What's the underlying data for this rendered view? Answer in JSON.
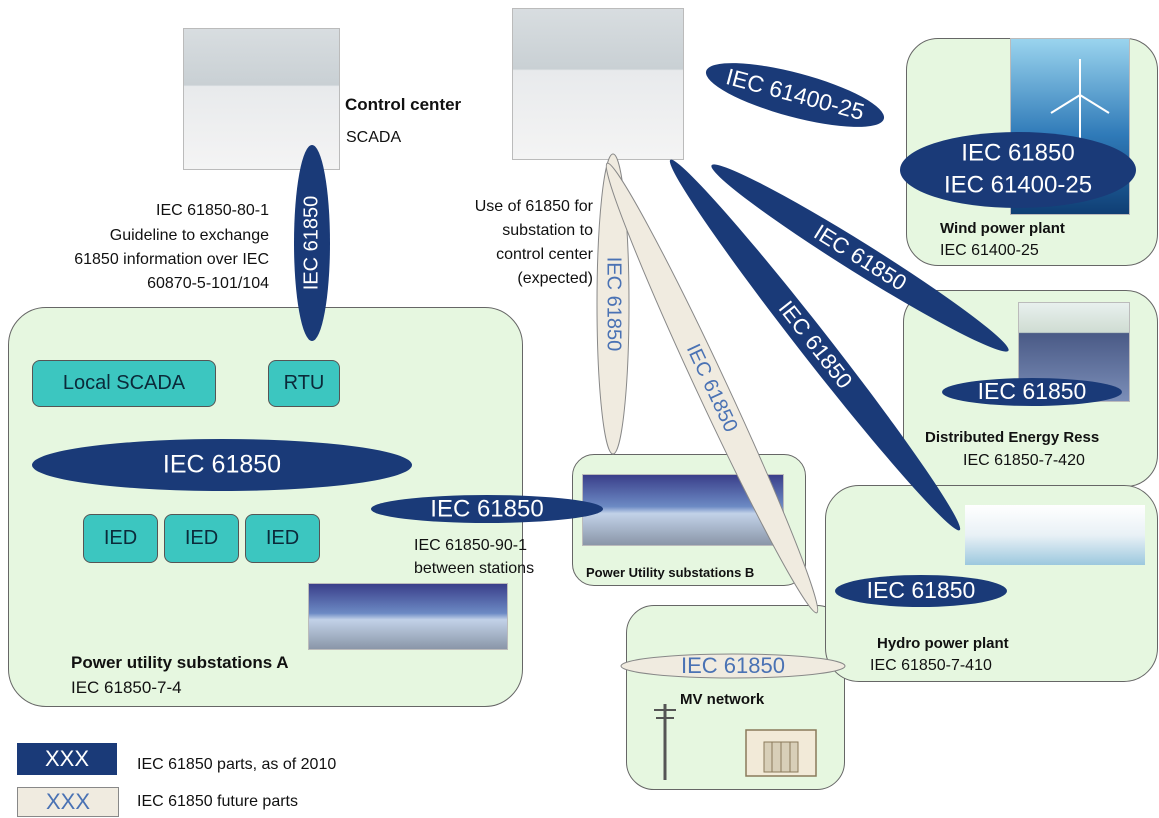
{
  "control_center": {
    "title": "Control center",
    "subtitle": "SCADA"
  },
  "guideline_text": [
    "IEC 61850-80-1",
    "Guideline to exchange",
    "61850 information over IEC",
    "60870-5-101/104"
  ],
  "use_text": [
    "Use of 61850 for",
    "substation to",
    "control center",
    "(expected)"
  ],
  "substation_a": {
    "buttons": {
      "local_scada": "Local SCADA",
      "rtu": "RTU",
      "ied1": "IED",
      "ied2": "IED",
      "ied3": "IED"
    },
    "title": "Power utility substations A",
    "subtitle": "IEC 61850-7-4"
  },
  "between_text": [
    "IEC 61850-90-1",
    "between stations"
  ],
  "substation_b": {
    "title": "Power Utility substations B"
  },
  "mv": {
    "title": "MV network"
  },
  "wind": {
    "title": "Wind power plant",
    "subtitle": "IEC 61400-25"
  },
  "der": {
    "title": "Distributed Energy Ress",
    "subtitle": "IEC 61850-7-420"
  },
  "hydro": {
    "title": "Hydro power plant",
    "subtitle": "IEC 61850-7-410"
  },
  "ellipses": {
    "iec61850": "IEC 61850",
    "iec61400_25": "IEC 61400-25"
  },
  "legend": {
    "key": "XXX",
    "current": "IEC 61850 parts, as of 2010",
    "future": "IEC 61850 future parts"
  },
  "colors": {
    "dark_ellipse": "#1a3a78",
    "light_ellipse": "#f0ebe0",
    "box_fill": "#e6f7e0",
    "button_fill": "#3cc6c0"
  }
}
